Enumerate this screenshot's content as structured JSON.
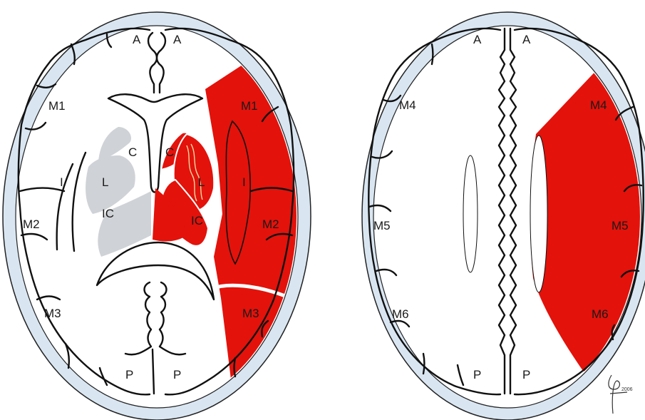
{
  "diagram": {
    "colors": {
      "infarct": "#e3120b",
      "deep_gray": "#cfd2d6",
      "skull": "#d9e6f2",
      "outline": "#111111"
    },
    "left_brain": {
      "labels": {
        "a_left": "A",
        "a_right": "A",
        "m1_left": "M1",
        "m1_right": "M1",
        "c_left": "C",
        "c_right": "C",
        "l_left": "L",
        "l_right": "L",
        "i_left": "I",
        "i_right": "I",
        "ic_left": "IC",
        "ic_right": "IC",
        "m2_left": "M2",
        "m2_right": "M2",
        "m3_left": "M3",
        "m3_right": "M3",
        "p_left": "P",
        "p_right": "P"
      }
    },
    "right_brain": {
      "labels": {
        "a_left": "A",
        "a_right": "A",
        "m4_left": "M4",
        "m4_right": "M4",
        "m5_left": "M5",
        "m5_right": "M5",
        "m6_left": "M6",
        "m6_right": "M6",
        "p_left": "P",
        "p_right": "P"
      }
    },
    "signature": {
      "text": "2006"
    }
  }
}
